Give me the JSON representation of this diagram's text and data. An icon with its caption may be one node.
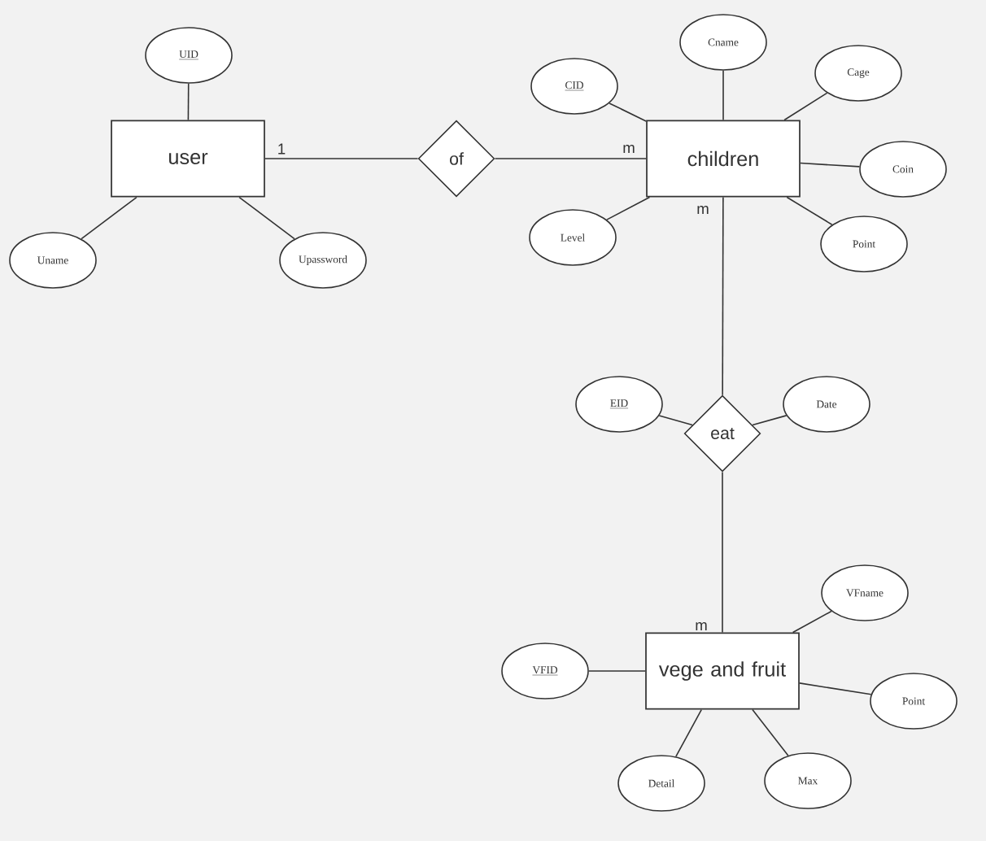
{
  "diagram": {
    "nodes": [
      {
        "text": [
          "UID"
        ]
      },
      {
        "text": [
          "Cname"
        ]
      },
      {
        "text": [
          "CID"
        ]
      },
      {
        "text": [
          "Cage"
        ]
      },
      {
        "text": [
          "user"
        ]
      },
      {
        "text": [
          "of"
        ]
      },
      {
        "text": [
          "children"
        ]
      },
      {
        "text": [
          "Coin"
        ]
      },
      {
        "text": [
          "Level"
        ]
      },
      {
        "text": [
          "Point"
        ]
      },
      {
        "text": [
          "Uname"
        ]
      },
      {
        "text": [
          "Upassword"
        ]
      },
      {
        "text": [
          "EID"
        ]
      },
      {
        "text": [
          "Date"
        ]
      },
      {
        "text": [
          "eat"
        ]
      },
      {
        "text": [
          "VFname"
        ]
      },
      {
        "text": [
          "vege and fruit"
        ]
      },
      {
        "text": [
          "VFID"
        ]
      },
      {
        "text": [
          "Point"
        ]
      },
      {
        "text": [
          "Detail"
        ]
      },
      {
        "text": [
          "Max"
        ]
      }
    ],
    "edges": [
      {
        "from": 0,
        "to": 4,
        "arrow": "none"
      },
      {
        "from": 4,
        "to": 10,
        "arrow": "none"
      },
      {
        "from": 4,
        "to": 11,
        "arrow": "none"
      },
      {
        "from": 4,
        "to": 5,
        "arrow": "none",
        "label": "1"
      },
      {
        "from": 5,
        "to": 6,
        "arrow": "none",
        "label": "m"
      },
      {
        "from": 2,
        "to": 6,
        "arrow": "none"
      },
      {
        "from": 1,
        "to": 6,
        "arrow": "none"
      },
      {
        "from": 3,
        "to": 6,
        "arrow": "none"
      },
      {
        "from": 7,
        "to": 6,
        "arrow": "none"
      },
      {
        "from": 8,
        "to": 6,
        "arrow": "none"
      },
      {
        "from": 9,
        "to": 6,
        "arrow": "none"
      },
      {
        "from": 6,
        "to": 14,
        "arrow": "none",
        "label": "m"
      },
      {
        "from": 12,
        "to": 14,
        "arrow": "none"
      },
      {
        "from": 13,
        "to": 14,
        "arrow": "none"
      },
      {
        "from": 14,
        "to": 16,
        "arrow": "none",
        "label": "m"
      },
      {
        "from": 15,
        "to": 16,
        "arrow": "none"
      },
      {
        "from": 17,
        "to": 16,
        "arrow": "none"
      },
      {
        "from": 18,
        "to": 16,
        "arrow": "none"
      },
      {
        "from": 19,
        "to": 16,
        "arrow": "none"
      },
      {
        "from": 20,
        "to": 16,
        "arrow": "none"
      }
    ]
  }
}
